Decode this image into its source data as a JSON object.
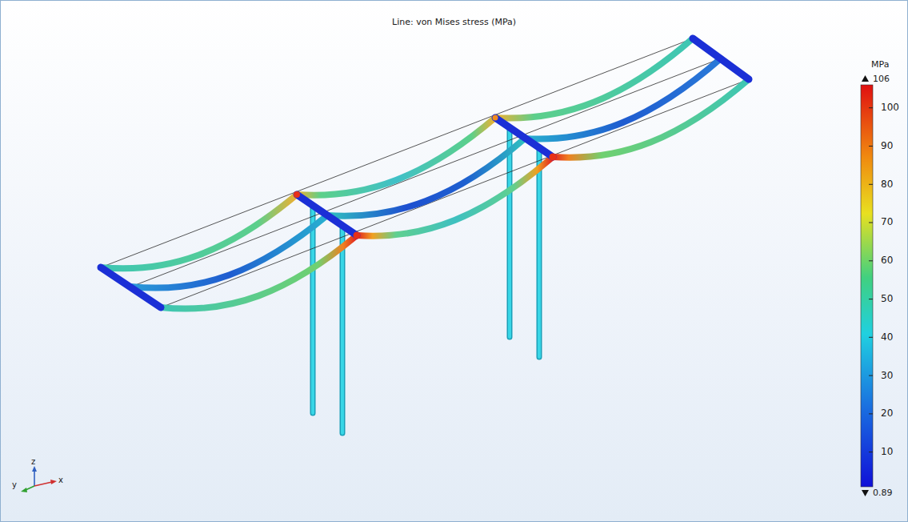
{
  "diagram": {
    "title": "Line: von Mises stress (MPa)",
    "labels": [
      "MPa",
      "106",
      "100",
      "90",
      "80",
      "70",
      "60",
      "50",
      "40",
      "30",
      "20",
      "10",
      "0.89",
      "z",
      "y",
      "x"
    ]
  }
}
